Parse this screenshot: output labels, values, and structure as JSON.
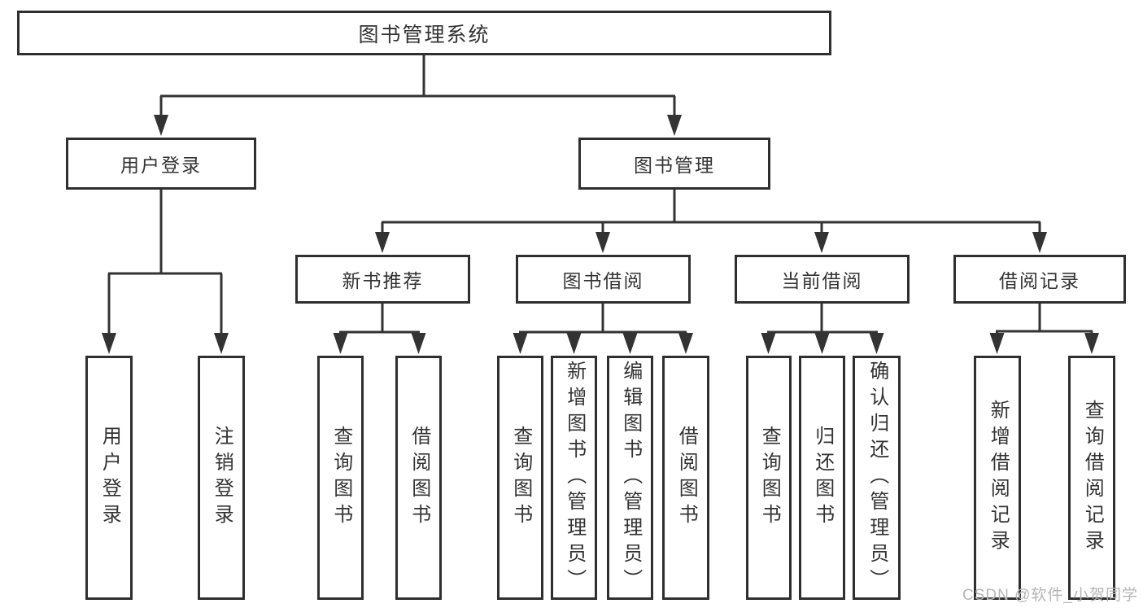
{
  "tree": {
    "label": "图书管理系统",
    "children": [
      {
        "label": "用户登录",
        "children": [
          {
            "label": "用户登录"
          },
          {
            "label": "注销登录"
          }
        ]
      },
      {
        "label": "图书管理",
        "children": [
          {
            "label": "新书推荐",
            "children": [
              {
                "label": "查询图书"
              },
              {
                "label": "借阅图书"
              }
            ]
          },
          {
            "label": "图书借阅",
            "children": [
              {
                "label": "查询图书"
              },
              {
                "label": "新增图书（管理员）"
              },
              {
                "label": "编辑图书（管理员）"
              },
              {
                "label": "借阅图书"
              }
            ]
          },
          {
            "label": "当前借阅",
            "children": [
              {
                "label": "查询图书"
              },
              {
                "label": "归还图书"
              },
              {
                "label": "确认归还（管理员）"
              }
            ]
          },
          {
            "label": "借阅记录",
            "children": [
              {
                "label": "新增借阅记录"
              },
              {
                "label": "查询借阅记录"
              }
            ]
          }
        ]
      }
    ]
  },
  "watermark": {
    "text": "CSDN @软件_小贺同学"
  },
  "colors": {
    "line": "#333333",
    "border": "#2f2f2f",
    "text": "#333333",
    "watermark": "#b5b5b5",
    "background": "#ffffff"
  }
}
